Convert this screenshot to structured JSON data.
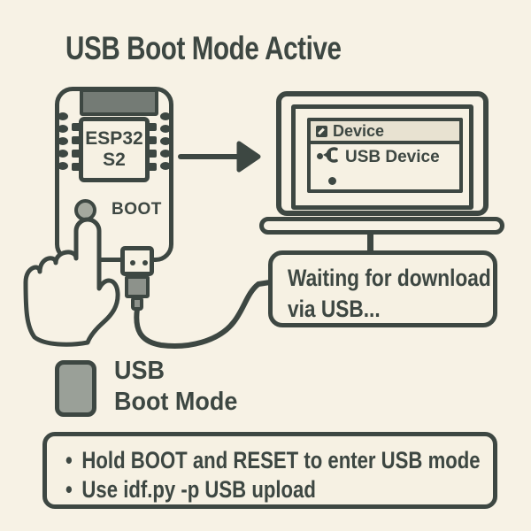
{
  "page": {
    "title": "USB Boot Mode Active"
  },
  "board": {
    "chip_line1": "ESP32",
    "chip_line2": "S2",
    "boot_label": "BOOT"
  },
  "laptop": {
    "window_title": "Device",
    "device_item": "USB Device"
  },
  "status_bubble": {
    "line1": "Waiting for download",
    "line2": "via USB..."
  },
  "mode_badge": {
    "line1": "USB",
    "line2": "Boot Mode"
  },
  "instructions": {
    "bullet": "•",
    "item1": "Hold BOOT and RESET to enter USB mode",
    "item2_prefix": "Use ",
    "item2_code": "idf.py",
    "item2_suffix": " -p USB upload"
  },
  "icons": {
    "arrow_right_icon": "→",
    "usb_trident_icon": "Ψ",
    "usb_device_icon": "⇐",
    "window_glyph_icon": "▪",
    "boot_button": "●",
    "hand_pointer_icon": "☝",
    "bullet_icon": "•"
  },
  "colors": {
    "background": "#f7f2e5",
    "ink": "#3d4742",
    "panel_cream": "#f6f1e3",
    "header_beige": "#e8e2d1",
    "antenna_gray": "#747b75",
    "button_gray": "#a4a89e",
    "metal_gray": "#8d928b",
    "badge_gray": "#9aa098"
  }
}
